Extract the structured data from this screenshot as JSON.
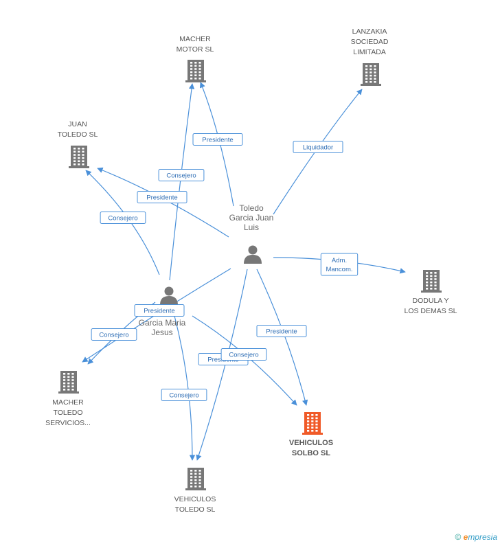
{
  "colors": {
    "edge": "#4a90d9",
    "company": "#777777",
    "company_highlight": "#f05a28",
    "person": "#777777"
  },
  "people": [
    {
      "id": "toledo",
      "label_lines": [
        "Toledo",
        "Garcia Juan",
        "Luis"
      ],
      "icon": "person-icon"
    },
    {
      "id": "garcia",
      "label_lines": [
        "Garcia Maria",
        "Jesus"
      ],
      "icon": "person-icon"
    }
  ],
  "companies": [
    {
      "id": "macher_motor",
      "label_lines": [
        "MACHER",
        "MOTOR SL"
      ],
      "icon": "building-icon",
      "highlight": false
    },
    {
      "id": "lanzakia",
      "label_lines": [
        "LANZAKIA",
        "SOCIEDAD",
        "LIMITADA"
      ],
      "icon": "building-icon",
      "highlight": false
    },
    {
      "id": "juan_toledo",
      "label_lines": [
        "JUAN",
        "TOLEDO SL"
      ],
      "icon": "building-icon",
      "highlight": false
    },
    {
      "id": "dodula",
      "label_lines": [
        "DODULA Y",
        "LOS DEMAS SL"
      ],
      "icon": "building-icon",
      "highlight": false
    },
    {
      "id": "macher_toledo",
      "label_lines": [
        "MACHER",
        "TOLEDO",
        "SERVICIOS..."
      ],
      "icon": "building-icon",
      "highlight": false
    },
    {
      "id": "vehiculos_solbo",
      "label_lines": [
        "VEHICULOS",
        "SOLBO SL"
      ],
      "icon": "building-icon",
      "highlight": true
    },
    {
      "id": "vehiculos_toledo",
      "label_lines": [
        "VEHICULOS",
        "TOLEDO SL"
      ],
      "icon": "building-icon",
      "highlight": false
    }
  ],
  "edges": [
    {
      "from": "toledo",
      "to": "macher_motor",
      "label_lines": [
        "Presidente"
      ]
    },
    {
      "from": "toledo",
      "to": "lanzakia",
      "label_lines": [
        "Liquidador"
      ]
    },
    {
      "from": "toledo",
      "to": "juan_toledo",
      "label_lines": [
        "Presidente"
      ]
    },
    {
      "from": "toledo",
      "to": "dodula",
      "label_lines": [
        "Adm.",
        "Mancom."
      ]
    },
    {
      "from": "toledo",
      "to": "vehiculos_solbo",
      "label_lines": [
        "Presidente"
      ]
    },
    {
      "from": "toledo",
      "to": "vehiculos_toledo",
      "label_lines": [
        "Presidente"
      ]
    },
    {
      "from": "toledo",
      "to": "macher_toledo",
      "label_lines": [
        "Presidente"
      ]
    },
    {
      "from": "garcia",
      "to": "macher_motor",
      "label_lines": [
        "Consejero"
      ]
    },
    {
      "from": "garcia",
      "to": "juan_toledo",
      "label_lines": [
        "Consejero"
      ]
    },
    {
      "from": "garcia",
      "to": "macher_toledo",
      "label_lines": [
        "Consejero"
      ]
    },
    {
      "from": "garcia",
      "to": "vehiculos_toledo",
      "label_lines": [
        "Consejero"
      ]
    },
    {
      "from": "garcia",
      "to": "vehiculos_solbo",
      "label_lines": [
        "Consejero"
      ]
    }
  ],
  "watermark": {
    "symbol": "©",
    "brand_initial": "e",
    "brand_rest": "mpresia"
  }
}
